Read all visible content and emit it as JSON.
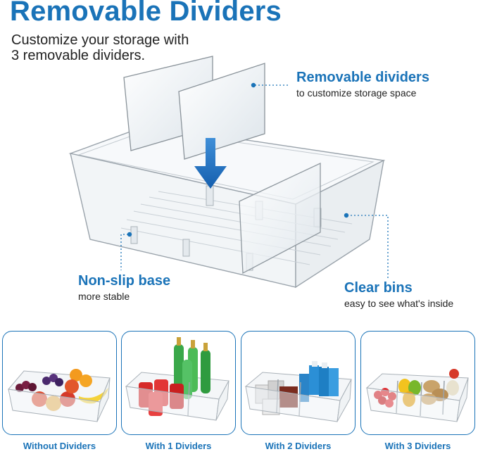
{
  "headline": "Removable Dividers",
  "subheadline": [
    "Customize your storage with",
    "3 removable dividers."
  ],
  "callouts": {
    "dividers": {
      "title": "Removable dividers",
      "subtitle": "to customize storage space"
    },
    "base": {
      "title": "Non-slip base",
      "subtitle": "more stable"
    },
    "clear": {
      "title": "Clear bins",
      "subtitle": "easy to see what's inside"
    }
  },
  "panels": [
    {
      "label": "Without Dividers",
      "contents": "fruits"
    },
    {
      "label": "With 1 Dividers",
      "contents": "bottles-and-cans"
    },
    {
      "label": "With 2 Dividers",
      "contents": "snacks-and-drinks"
    },
    {
      "label": "With 3 Dividers",
      "contents": "produce"
    }
  ],
  "colors": {
    "accent": "#1a73b8",
    "arrow": "#1f6fc0",
    "text": "#222222"
  }
}
